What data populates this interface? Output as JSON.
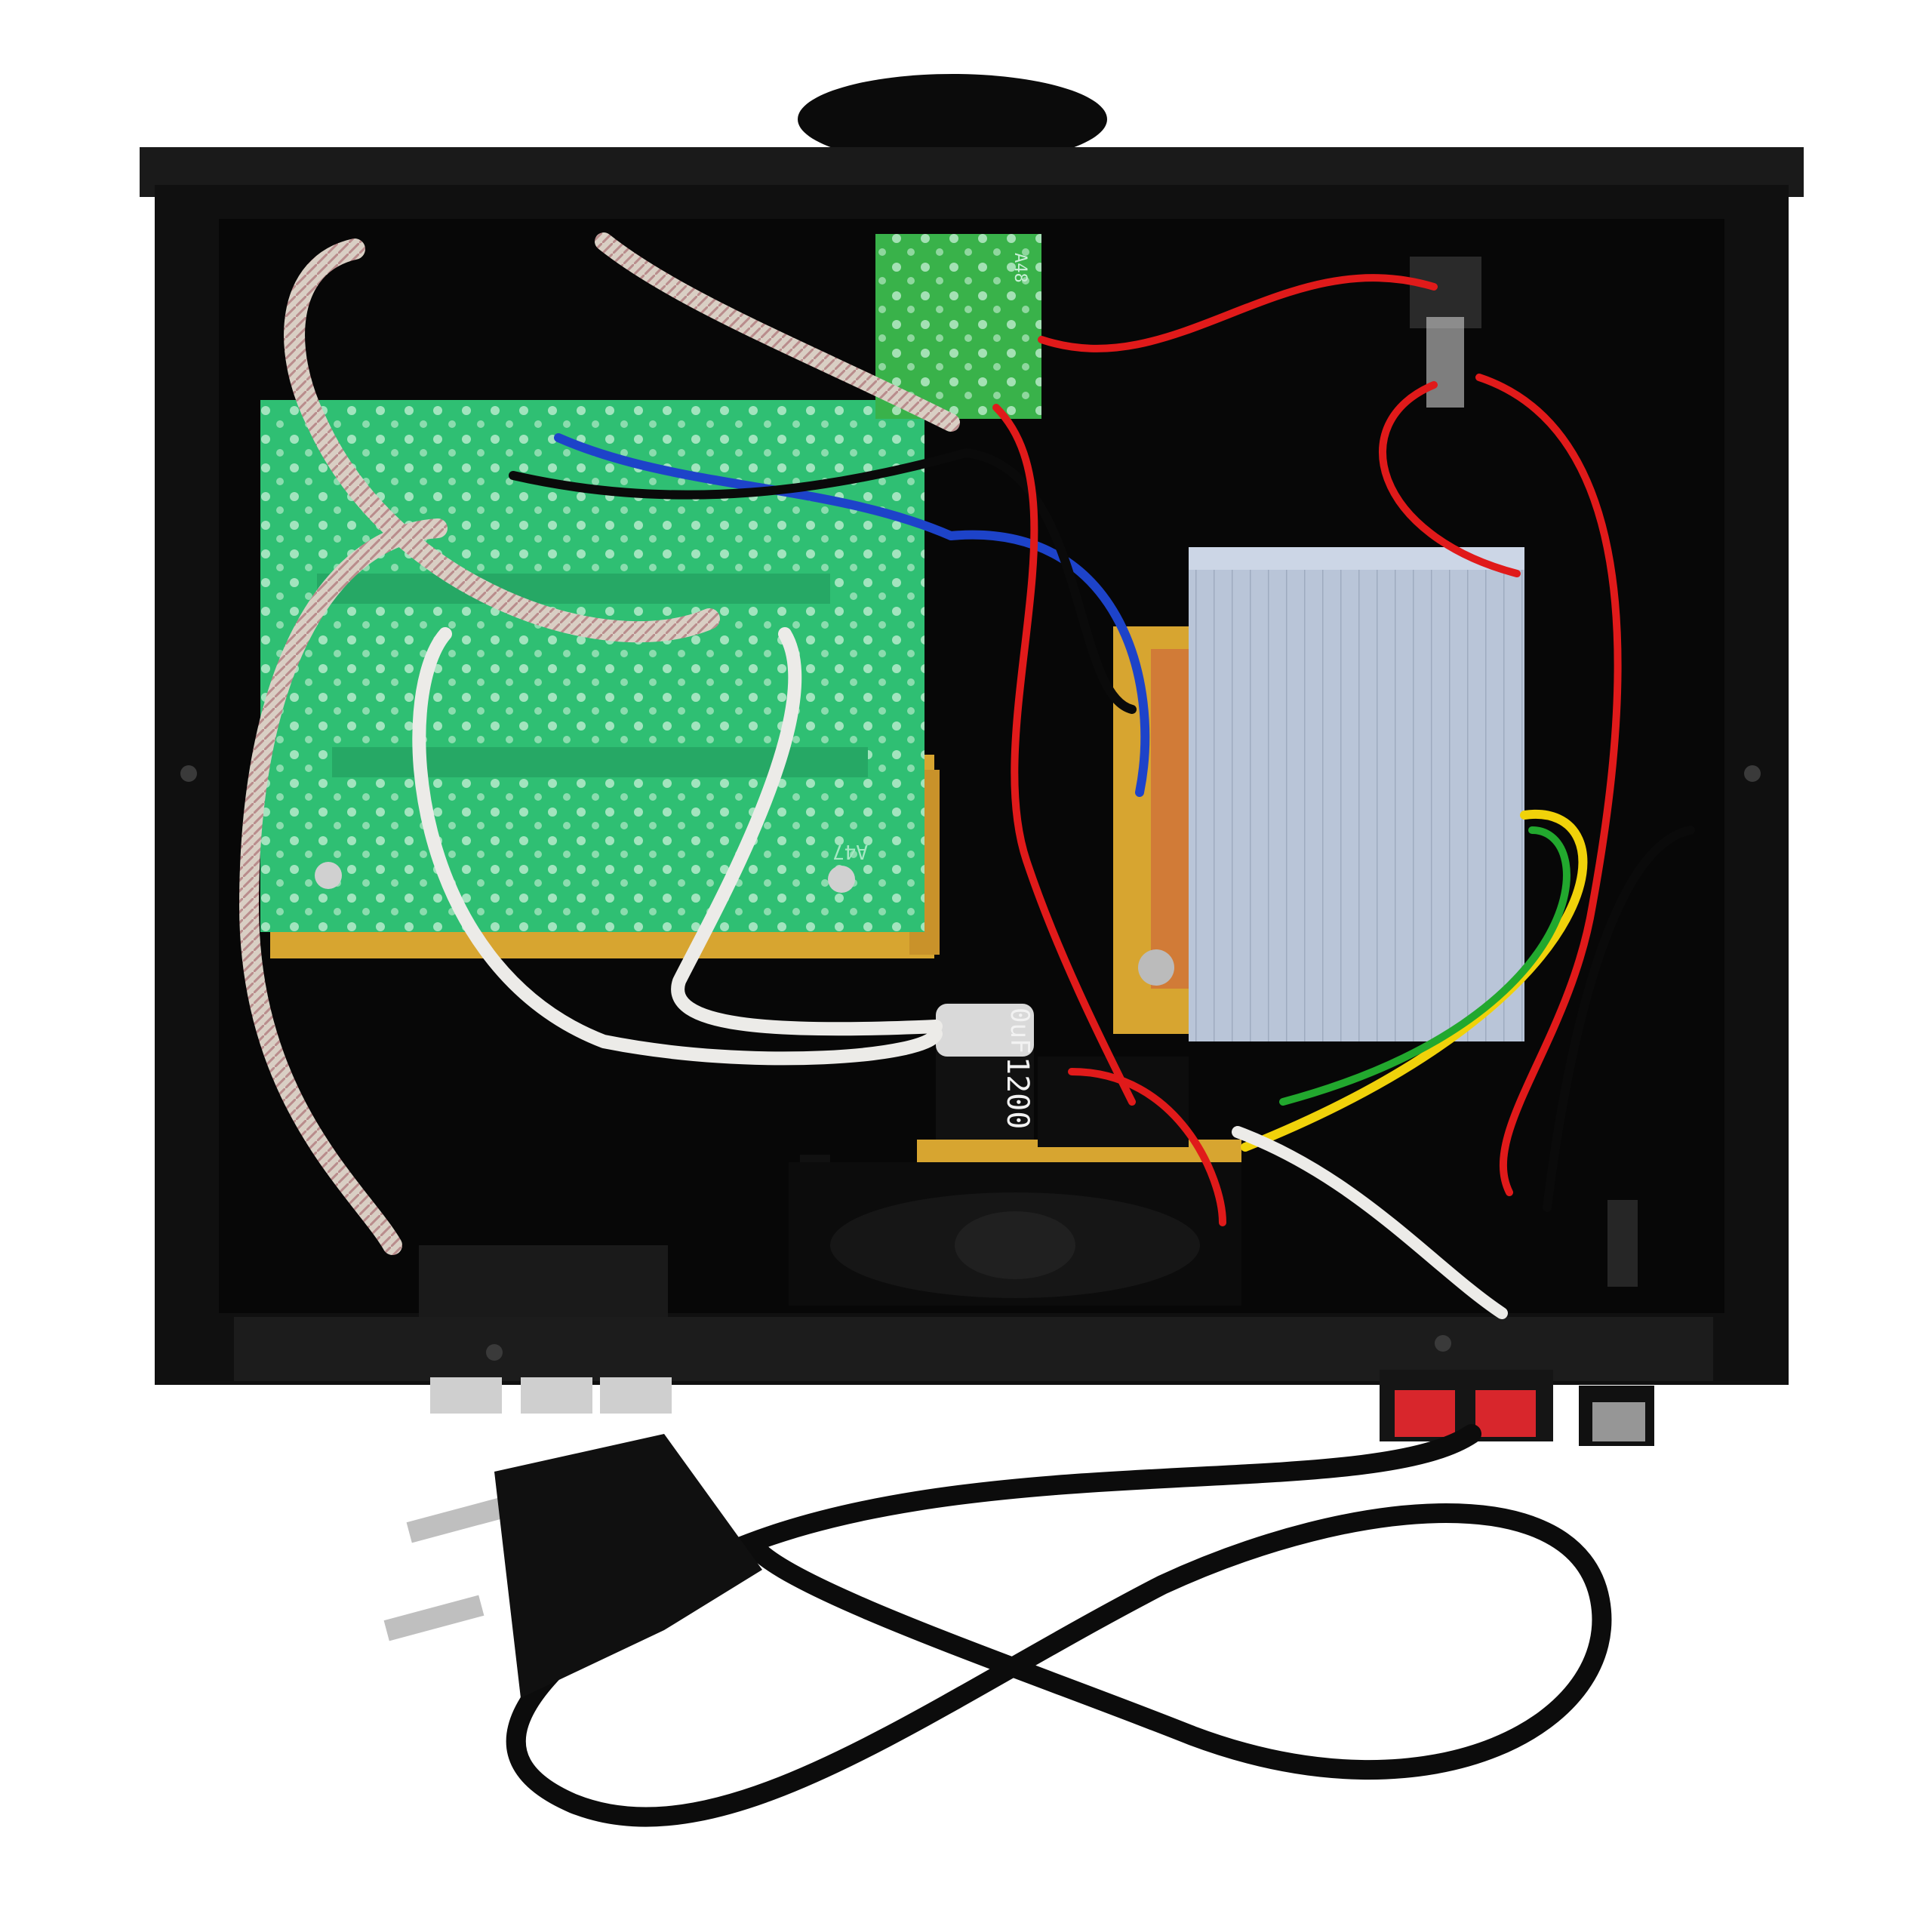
{
  "labels": {
    "board_code_top": "A48",
    "board_code_main": "A47",
    "capacitor_capacity": "1200",
    "capacitor_unit": "0uF"
  },
  "colors": {
    "background": "#ffffff",
    "chassis": "#121212",
    "pcb": "#2fbf73",
    "heatsink_bar": "#d7a530",
    "transformer": "#b9c5d8",
    "wire_red": "#e01a1a",
    "wire_blue": "#1d43c9",
    "wire_black": "#0a0a0a",
    "wire_white": "#ecebe8",
    "wire_yellow": "#f0d20a",
    "wire_green": "#22a82e",
    "shielded_cable": "#d9cfc4",
    "terminal_red": "#d8262c",
    "power_cord": "#0c0c0c"
  }
}
